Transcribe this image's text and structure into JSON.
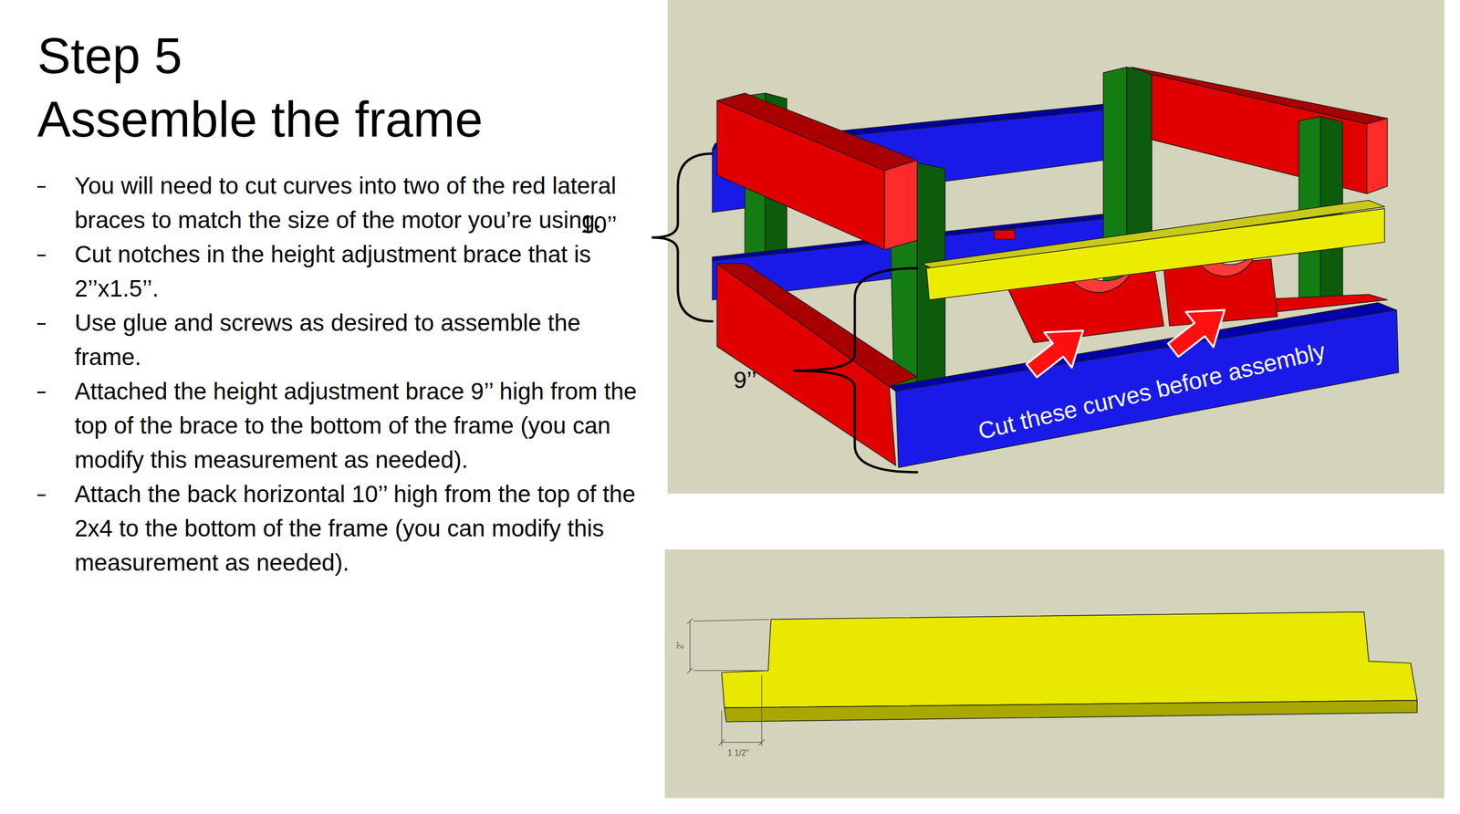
{
  "diagram": {
    "title": "Step 5",
    "labels": [
      "Assemble the frame",
      "You will need to cut curves into two of the red lateral braces to match the size of the motor you’re using.",
      "Cut notches in the height adjustment brace that is 2’’x1.5’’.",
      "Use glue and screws as desired to assemble the frame.",
      "Attached the height adjustment brace 9’’ high from the top of the brace to the bottom of the frame (you can modify this measurement as needed).",
      "Attach the back horizontal 10’’ high from the top of the 2x4 to the bottom of the frame (you can modify this measurement as needed).",
      "10’’",
      "9’’",
      "Cut these curves before assembly",
      "2\"",
      "1 1/2\""
    ]
  }
}
